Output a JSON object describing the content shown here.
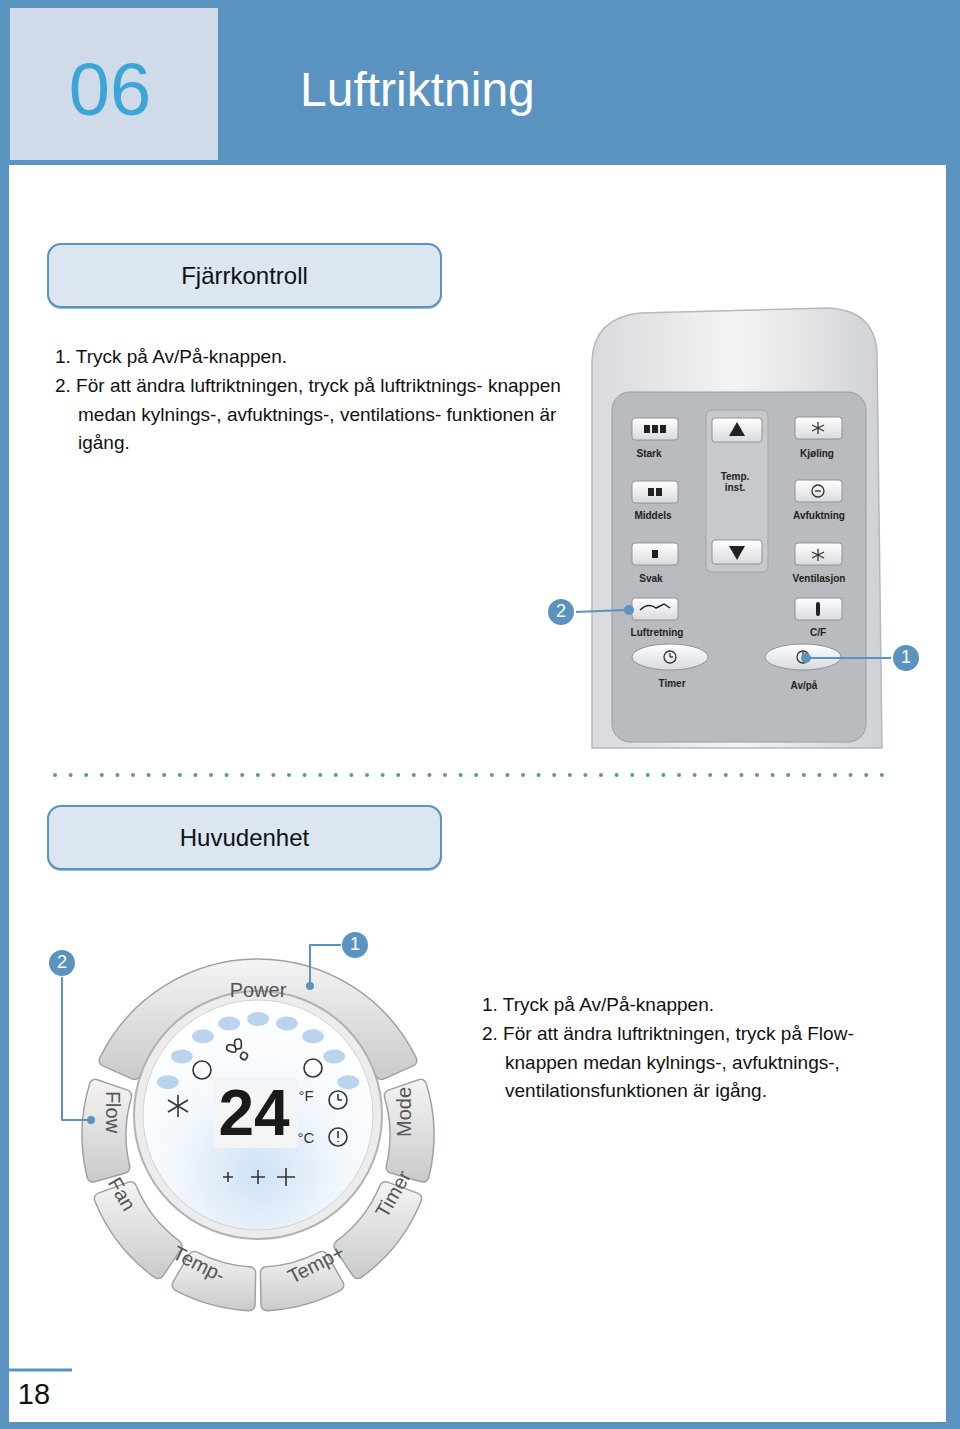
{
  "diagram": {
    "title": "Luftriktning",
    "nodes": [
      {
        "text": [
          "Fjärrkontroll"
        ]
      },
      {
        "text": [
          "Huvudenhet"
        ]
      }
    ],
    "labels": [
      "06",
      "1. Tryck på Av/På-knappen.",
      "2. För att ändra luftriktningen, tryck på luftriktnings- knappen medan kylnings-, avfuktnings-, ventilations- funktionen är igång.",
      "Stark",
      "Middels",
      "Svak",
      "Temp. inst.",
      "Kjøling",
      "Avfuktning",
      "Ventilasjon",
      "Luftretning",
      "C/F",
      "Timer",
      "Av/på",
      "2",
      "1",
      "2",
      "1",
      "Power",
      "Flow",
      "Mode",
      "Fan",
      "Temp-",
      "Temp+",
      "Timer",
      "24",
      "°F",
      "°C",
      "1. Tryck på Av/På-knappen.",
      "2. För att ändra luftriktningen, tryck på Flow-knappen medan kylnings-, avfuktnings-, ventilationsfunktionen är igång.",
      "18"
    ]
  }
}
